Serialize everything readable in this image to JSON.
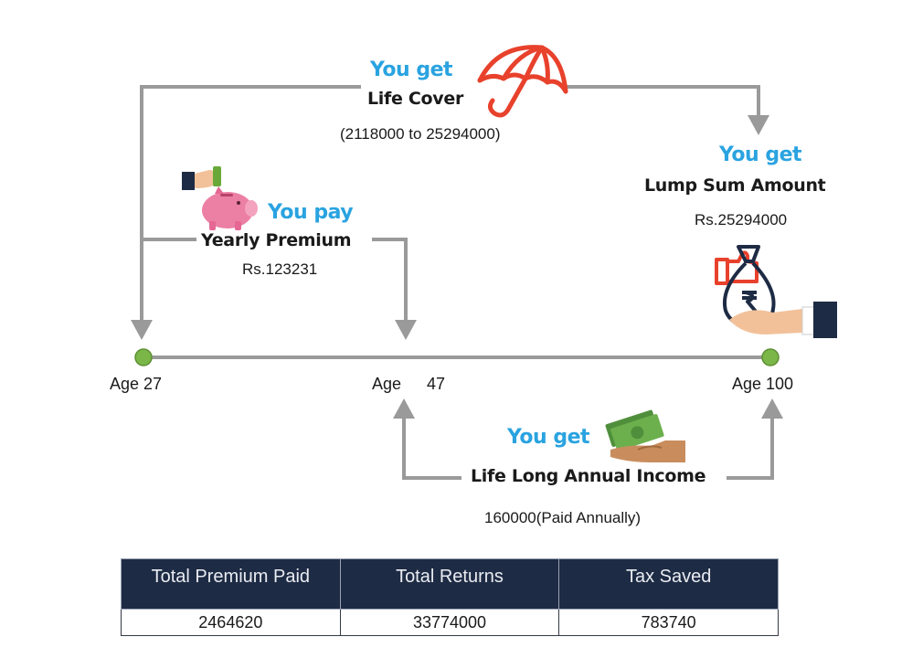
{
  "life_cover": {
    "you_get": "You get",
    "title": "Life Cover",
    "range": "(2118000 to 25294000)",
    "icon": "umbrella-icon"
  },
  "yearly_premium": {
    "you_pay": "You pay",
    "title": "Yearly Premium",
    "amount": "Rs.123231",
    "icon": "piggy-bank-icon"
  },
  "lump_sum": {
    "you_get": "You get",
    "title": "Lump Sum Amount",
    "amount": "Rs.25294000",
    "icon": "money-bag-handover-icon"
  },
  "annual_income": {
    "you_get": "You get",
    "title": "Life Long Annual Income",
    "amount": "160000(Paid Annually)",
    "icon": "cash-in-hand-icon"
  },
  "timeline": {
    "start_age": "Age 27",
    "mid_age_label": "Age",
    "mid_age_value": "47",
    "end_age": "Age 100",
    "line_color": "#999999",
    "dot_color": "#7ab648"
  },
  "summary_table": {
    "headers": [
      "Total Premium Paid",
      "Total Returns",
      "Tax Saved"
    ],
    "values": [
      "2464620",
      "33774000",
      "783740"
    ],
    "header_bg": "#1e2b44"
  },
  "colors": {
    "accent_blue": "#2aa3e0",
    "icon_red": "#e8412c",
    "cash_green": "#5aa048"
  }
}
